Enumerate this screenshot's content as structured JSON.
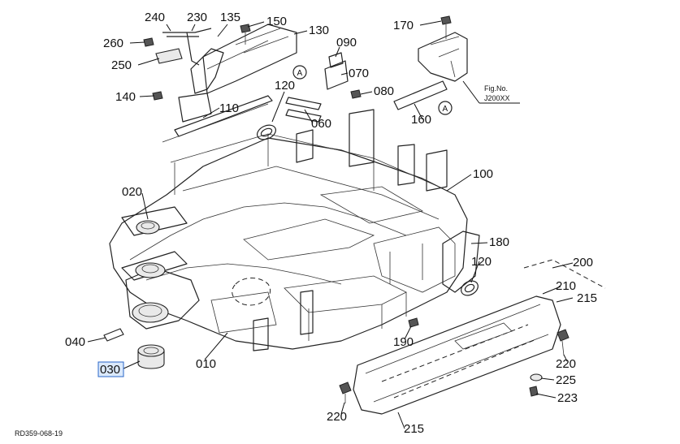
{
  "diagram": {
    "reference_code": "RD359-068-19",
    "fig_note": {
      "line1": "Fig.No.",
      "line2": "J200XX"
    },
    "marker_letter": "A",
    "selected_part": "030",
    "labels": {
      "p240": "240",
      "p230": "230",
      "p135": "135",
      "p150": "150",
      "p130": "130",
      "p260": "260",
      "p250": "250",
      "p140": "140",
      "p110": "110",
      "p120a": "120",
      "p090": "090",
      "p070": "070",
      "p080": "080",
      "p060": "060",
      "p170": "170",
      "p160": "160",
      "p100": "100",
      "p020": "020",
      "p180": "180",
      "p120b": "120",
      "p200": "200",
      "p210": "210",
      "p215a": "215",
      "p040": "040",
      "p030": "030",
      "p010": "010",
      "p190": "190",
      "p220a": "220",
      "p225": "225",
      "p223": "223",
      "p220b": "220",
      "p215b": "215"
    }
  }
}
